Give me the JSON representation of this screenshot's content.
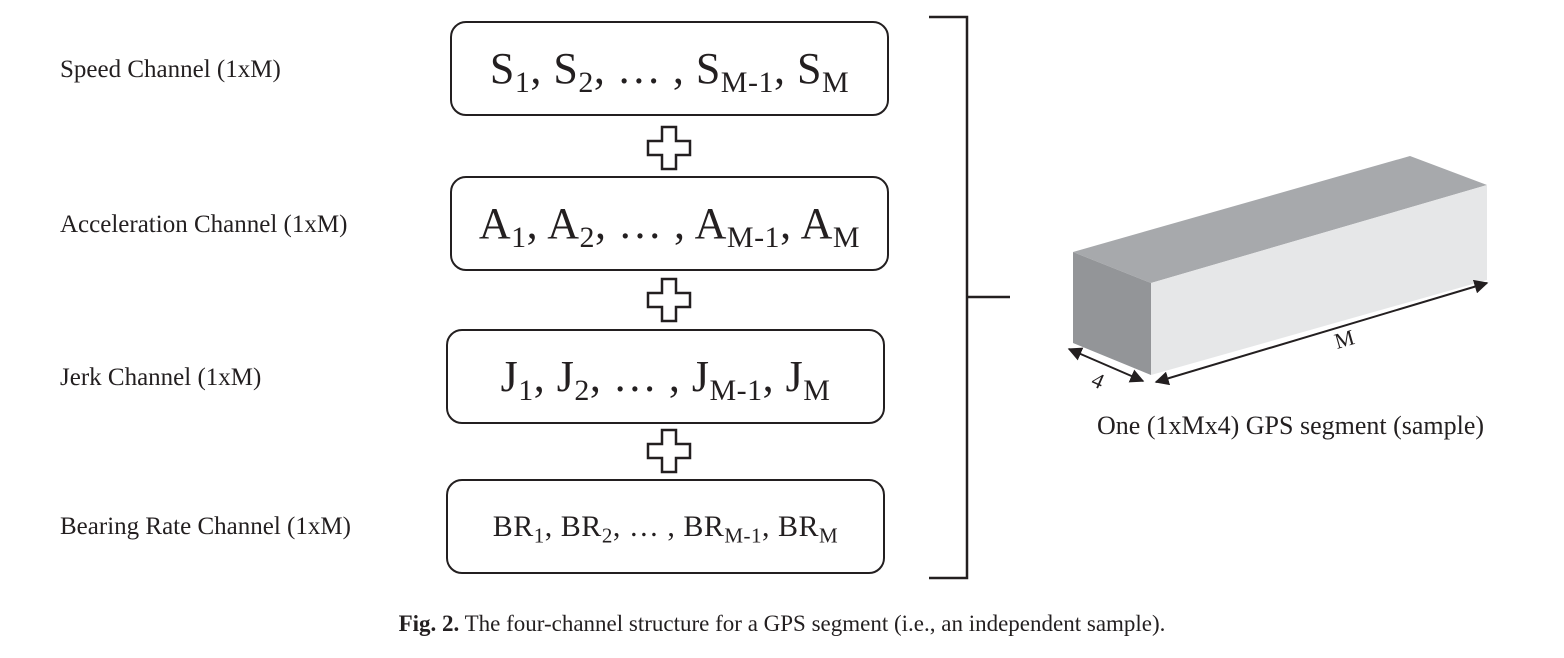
{
  "channels": [
    {
      "label": "Speed Channel (1xM)",
      "symbol": "S",
      "subs": [
        "1",
        "2",
        "M-1",
        "M"
      ]
    },
    {
      "label": "Acceleration Channel (1xM)",
      "symbol": "A",
      "subs": [
        "1",
        "2",
        "M-1",
        "M"
      ]
    },
    {
      "label": "Jerk Channel (1xM)",
      "symbol": "J",
      "subs": [
        "1",
        "2",
        "M-1",
        "M"
      ]
    },
    {
      "label": "Bearing Rate Channel (1xM)",
      "symbol": "BR",
      "subs": [
        "1",
        "2",
        "M-1",
        "M"
      ]
    }
  ],
  "ellipsis": "…",
  "separator": ",",
  "sample": {
    "dim_length": "M",
    "dim_width": "4",
    "label": "One (1xMx4)  GPS segment (sample)"
  },
  "caption": {
    "prefix": "Fig. 2.",
    "text": " The four-channel structure for a GPS segment (i.e., an independent sample)."
  },
  "colors": {
    "ink": "#231f20",
    "box_top": "#a7a9ac",
    "box_front": "#e6e7e8",
    "box_end": "#939598"
  }
}
